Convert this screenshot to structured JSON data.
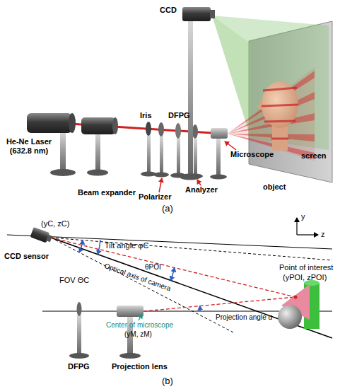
{
  "diagram": {
    "labels": [
      "CCD",
      "screen",
      "He-Ne Laser (632.8 nm)",
      "Iris",
      "DFPG",
      "object",
      "Microscope",
      "Beam expander",
      "Polarizer",
      "Analyzer",
      "(a)",
      "(yC, zC)",
      "CCD sensor",
      "Tilt angle φC",
      "y",
      "z",
      "FOV ΘC",
      "θPOI",
      "Optical axis of camera",
      "Point of interest",
      "(yPOI, zPOI)",
      "Projection angle α",
      "Center of microscope",
      "(yM, zM)",
      "DFPG",
      "Projection lens",
      "(b)"
    ]
  }
}
